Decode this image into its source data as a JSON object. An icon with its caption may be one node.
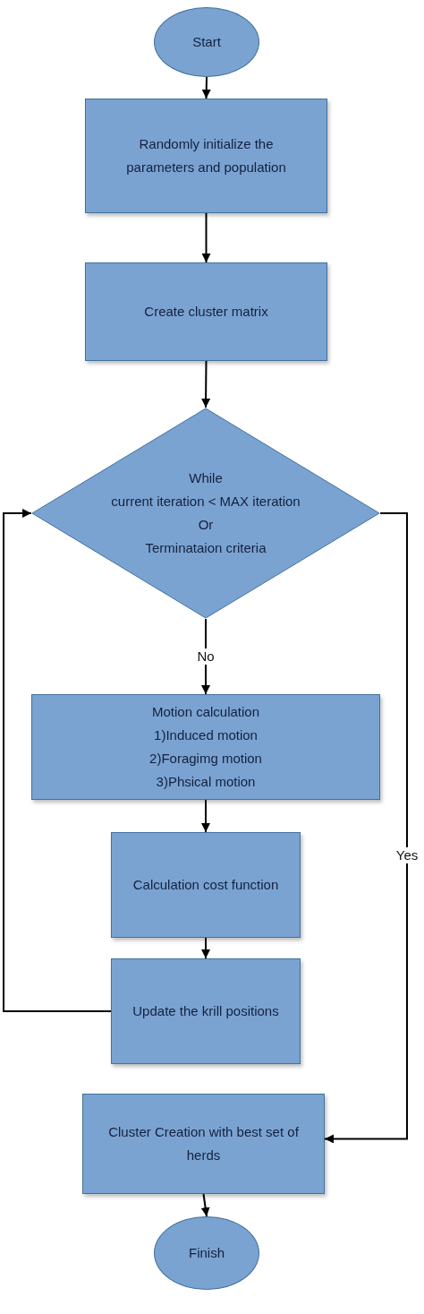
{
  "diagram": {
    "nodes": [
      {
        "text": [
          "Start"
        ]
      },
      {
        "text": [
          "Randomly initialize the parameters and population"
        ]
      },
      {
        "text": [
          "Create cluster matrix"
        ]
      },
      {
        "text": [
          "While",
          "current iteration < MAX iteration",
          "Or",
          "Terminataion criteria"
        ]
      },
      {
        "text": [
          "Motion calculation",
          "1)Induced motion",
          "2)Foragimg motion",
          "3)Phsical motion"
        ]
      },
      {
        "text": [
          "Calculation cost function"
        ]
      },
      {
        "text": [
          "Update the krill positions"
        ]
      },
      {
        "text": [
          "Cluster Creation with best set of herds"
        ]
      },
      {
        "text": [
          "Finish"
        ]
      }
    ],
    "edges": [
      {
        "from": 0,
        "to": 1,
        "arrow": "to"
      },
      {
        "from": 1,
        "to": 2,
        "arrow": "to"
      },
      {
        "from": 2,
        "to": 3,
        "arrow": "to"
      },
      {
        "from": 3,
        "to": 4,
        "arrow": "to",
        "label": "No"
      },
      {
        "from": 4,
        "to": 5,
        "arrow": "to"
      },
      {
        "from": 5,
        "to": 6,
        "arrow": "to"
      },
      {
        "from": 6,
        "to": 3,
        "arrow": "to"
      },
      {
        "from": 3,
        "to": 7,
        "arrow": "to",
        "label": "Yes"
      },
      {
        "from": 7,
        "to": 8,
        "arrow": "to"
      }
    ]
  }
}
